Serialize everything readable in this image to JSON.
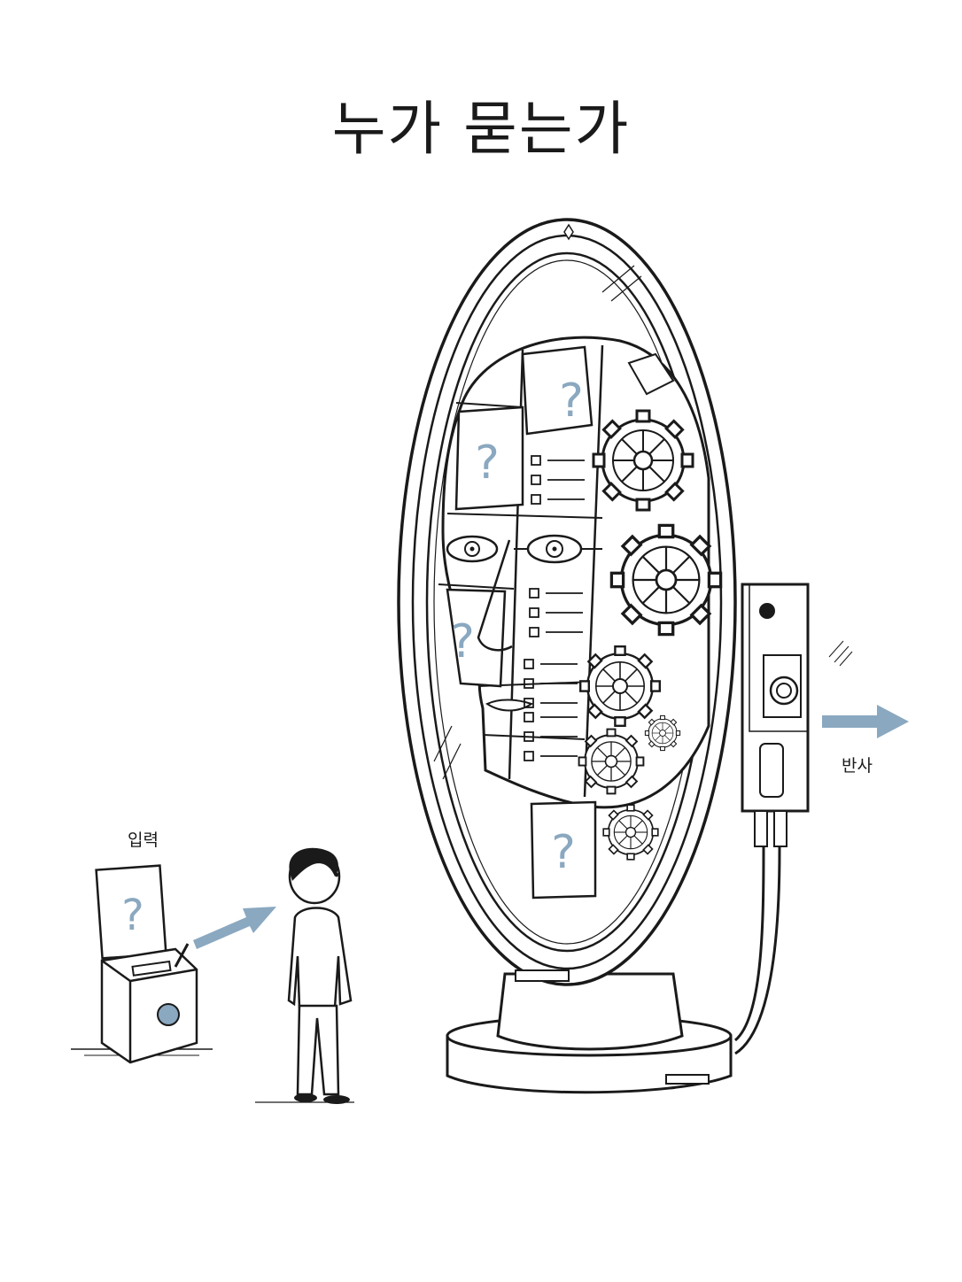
{
  "title": "누가 묻는가",
  "labels": {
    "input": "입력",
    "reflect": "반사"
  },
  "symbols": {
    "question_mark": "?"
  },
  "colors": {
    "ink": "#1a1a1a",
    "accent": "#8aa8c0",
    "background": "#ffffff"
  },
  "icons": {
    "input_box": "input-box-icon",
    "person": "person-icon",
    "mirror": "mirror-icon",
    "face": "mechanical-face-icon",
    "gear": "gear-icon",
    "arrow": "arrow-right-icon"
  }
}
